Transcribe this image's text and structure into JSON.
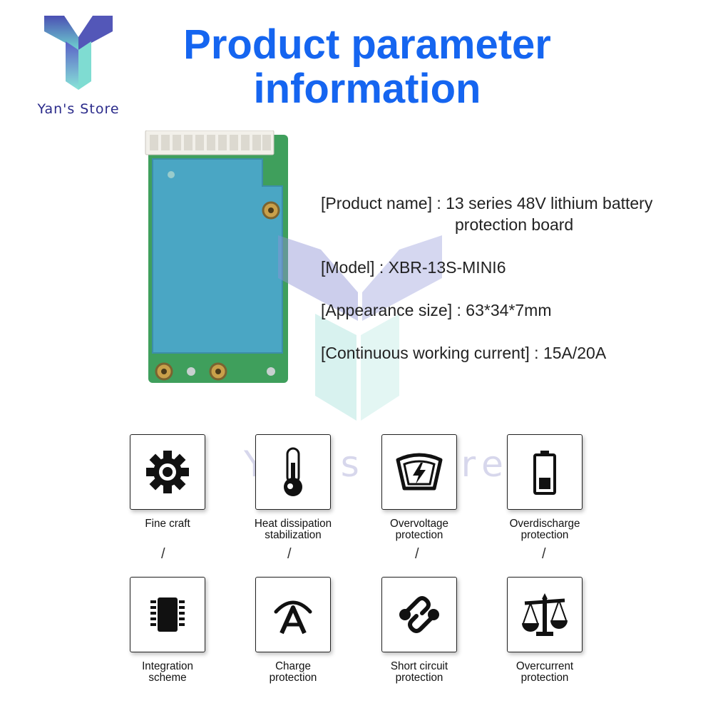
{
  "brand": {
    "store_name": "Yan's Store",
    "watermark_text": "Yan's Store"
  },
  "title": {
    "line1": "Product parameter",
    "line2": "information"
  },
  "params": [
    {
      "label": "[Product name]",
      "sep": " : ",
      "value": "13 series 48V lithium battery",
      "value_cont": "protection board"
    },
    {
      "label": "[Model]",
      "sep": " : ",
      "value": "XBR-13S-MINI6"
    },
    {
      "label": "[Appearance size]",
      "sep": " : ",
      "value": "63*34*7mm"
    },
    {
      "label": "[Continuous working current]",
      "sep": " : ",
      "value": "15A/20A"
    }
  ],
  "features": [
    {
      "icon": "gear-icon",
      "line1": "Fine craft",
      "line2": ""
    },
    {
      "icon": "thermometer-icon",
      "line1": "Heat dissipation",
      "line2": "stabilization"
    },
    {
      "icon": "voltage-meter-icon",
      "line1": "Overvoltage",
      "line2": "protection"
    },
    {
      "icon": "battery-icon",
      "line1": "Overdischarge",
      "line2": "protection"
    },
    {
      "icon": "chip-icon",
      "line1": "Integration",
      "line2": "scheme"
    },
    {
      "icon": "charge-arch-icon",
      "line1": "Charge",
      "line2": "protection"
    },
    {
      "icon": "broken-link-icon",
      "line1": "Short circuit",
      "line2": "protection"
    },
    {
      "icon": "scale-icon",
      "line1": "Overcurrent",
      "line2": "protection"
    }
  ],
  "separator_glyph": "/",
  "colors": {
    "title": "#1565f0",
    "board_pcb": "#3f9f5c",
    "board_film": "#4aa6c4"
  }
}
